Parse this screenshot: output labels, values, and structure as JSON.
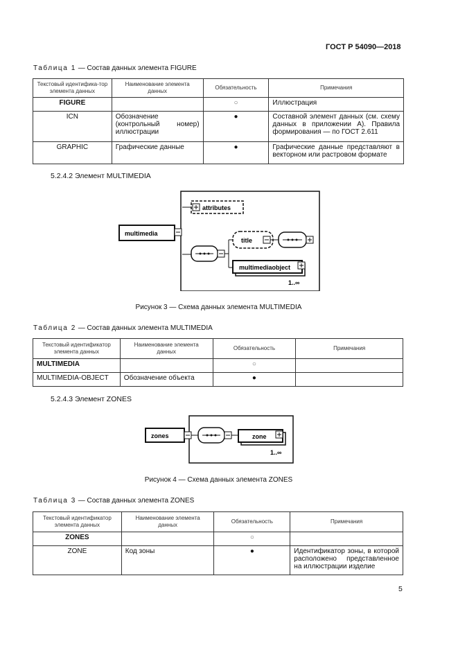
{
  "header": {
    "doc_id": "ГОСТ Р 54090—2018"
  },
  "table1": {
    "caption_prefix": "Таблица 1",
    "caption_rest": " — Состав данных элемента FIGURE",
    "headers": [
      "Текстовый идентифика-тор элемента данных",
      "Наименование элемента данных",
      "Обязательность",
      "Примечания"
    ],
    "rows": [
      {
        "id": "FIGURE",
        "name": "",
        "req": "○",
        "note": "Иллюстрация"
      },
      {
        "id": "ICN",
        "name": "Обозначение (контрольный номер) иллюстрации",
        "req": "●",
        "note": "Составной элемент данных (см. схему данных в приложении А). Правила формирования — по ГОСТ 2.611"
      },
      {
        "id": "GRAPHIC",
        "name": "Графические данные",
        "req": "●",
        "note": "Графические данные представляют в векторном или растровом формате"
      }
    ]
  },
  "section_multimedia": "5.2.4.2 Элемент MULTIMEDIA",
  "figure3": {
    "labels": {
      "root": "multimedia",
      "attributes": "attributes",
      "title": "title",
      "object": "multimediaobject",
      "occurs": "1..∞"
    },
    "caption": "Рисунок 3 — Схема данных элемента MULTIMEDIA"
  },
  "table2": {
    "caption_prefix": "Таблица 2",
    "caption_rest": " — Состав данных элемента MULTIMEDIA",
    "headers": [
      "Текстовый идентификатор элемента данных",
      "Наименование элемента данных",
      "Обязательность",
      "Примечания"
    ],
    "rows": [
      {
        "id": "MULTIMEDIA",
        "name": "",
        "req": "○",
        "note": ""
      },
      {
        "id": "MULTIMEDIA-OBJECT",
        "name": "Обозначение объекта",
        "req": "●",
        "note": ""
      }
    ]
  },
  "section_zones": "5.2.4.3 Элемент ZONES",
  "figure4": {
    "labels": {
      "root": "zones",
      "child": "zone",
      "occurs": "1..∞"
    },
    "caption": "Рисунок 4 — Схема данных элемента ZONES"
  },
  "table3": {
    "caption_prefix": "Таблица 3",
    "caption_rest": " — Состав данных элемента ZONES",
    "headers": [
      "Текстовый идентификатор элемента данных",
      "Наименование элемента данных",
      "Обязательность",
      "Примечания"
    ],
    "rows": [
      {
        "id": "ZONES",
        "name": "",
        "req": "○",
        "note": ""
      },
      {
        "id": "ZONE",
        "name": "Код зоны",
        "req": "●",
        "note": "Идентификатор зоны, в которой расположено представленное на иллюстрации изделие"
      }
    ]
  },
  "footer": {
    "page_number": "5"
  }
}
